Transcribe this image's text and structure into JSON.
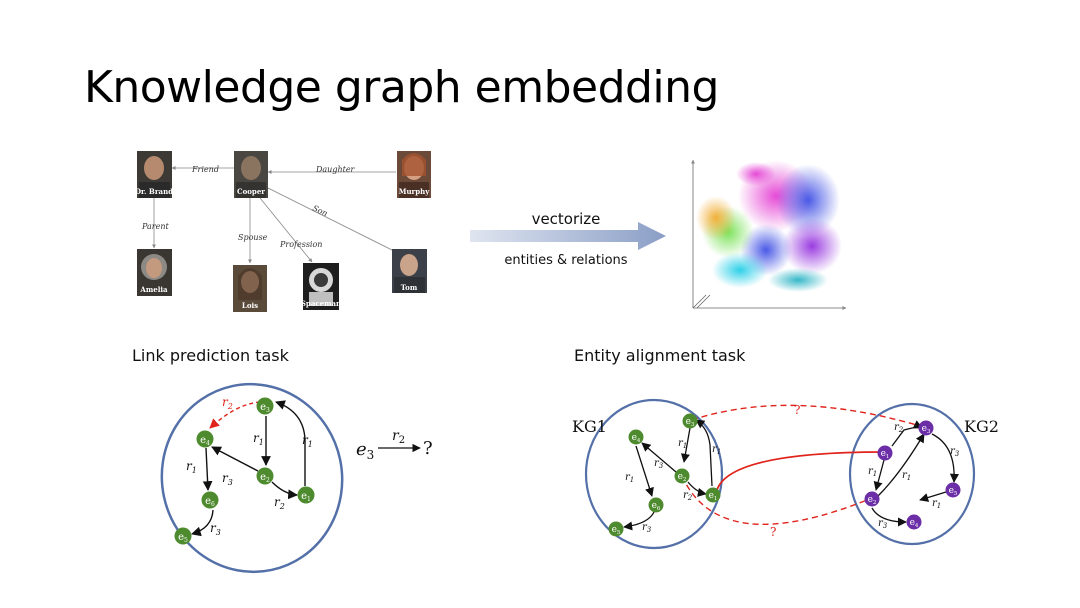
{
  "slide": {
    "title": "Knowledge graph embedding"
  },
  "kg_example": {
    "entities": [
      {
        "id": "dr_brand",
        "label": "Dr. Brand"
      },
      {
        "id": "cooper",
        "label": "Cooper"
      },
      {
        "id": "murphy",
        "label": "Murphy"
      },
      {
        "id": "amelia",
        "label": "Amelia"
      },
      {
        "id": "lois",
        "label": "Lois"
      },
      {
        "id": "spaceman",
        "label": "Spaceman"
      },
      {
        "id": "tom",
        "label": "Tom"
      }
    ],
    "relations": {
      "friend": "Friend",
      "daughter": "Daughter",
      "son": "Son",
      "parent": "Parent",
      "spouse": "Spouse",
      "profession": "Profession"
    }
  },
  "vectorize": {
    "label": "vectorize",
    "sublabel": "entities & relations"
  },
  "link_prediction": {
    "title": "Link prediction task",
    "query_head": "e",
    "query_head_sub": "3",
    "query_rel": "r",
    "query_rel_sub": "2",
    "query_tail": "?"
  },
  "entity_alignment": {
    "title": "Entity alignment task",
    "kg1_label": "KG1",
    "kg2_label": "KG2",
    "unknown_label": "?"
  },
  "graph": {
    "node_letter": "e",
    "rel_letter": "r",
    "green": "#4e8a2e",
    "purple": "#6b2ea6",
    "ellipse": "#5470a8",
    "red": "#e0241c"
  }
}
